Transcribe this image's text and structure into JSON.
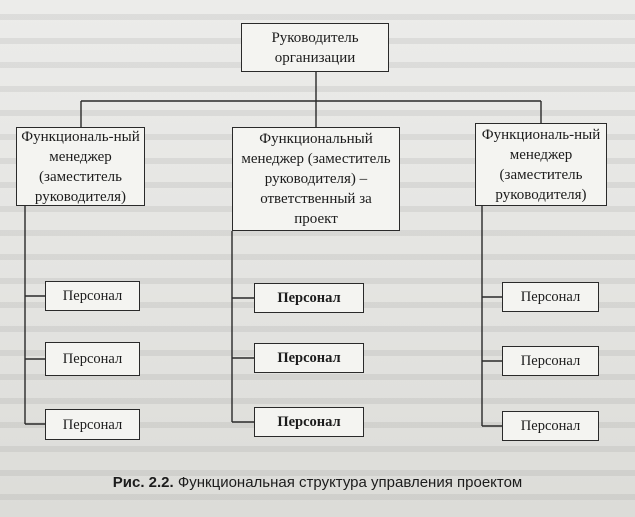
{
  "diagram": {
    "head": "Руководитель организации",
    "managers": [
      "Функциональ-ный менеджер (заместитель руководителя)",
      "Функциональный менеджер (заместитель руководителя) – ответственный за проект",
      "Функциональ-ный менеджер (заместитель руководителя)"
    ],
    "staff_label": "Персонал",
    "caption_number": "Рис. 2.2.",
    "caption_text": "Функциональная структура управления проектом"
  }
}
